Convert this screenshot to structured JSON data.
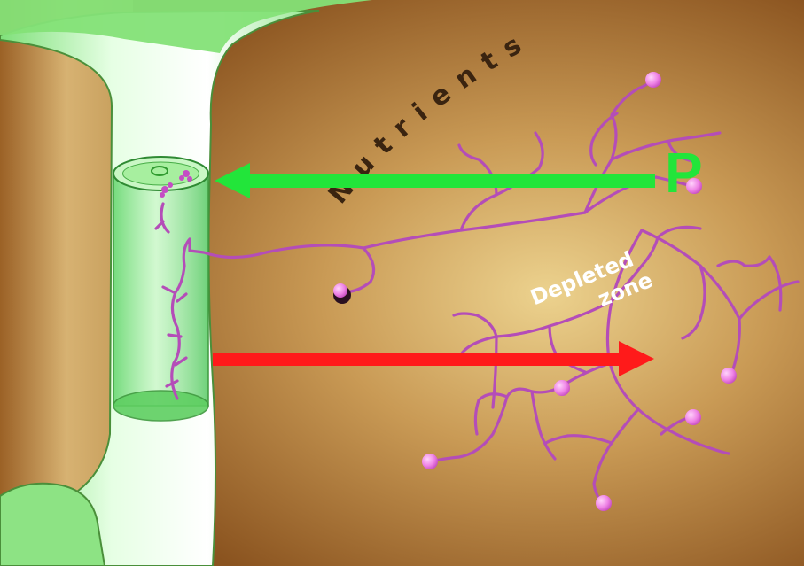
{
  "diagram": {
    "labels": {
      "nutrients": "Nutrients",
      "phosphorus": "P",
      "depleted_line1": "Depleted",
      "depleted_line2": "zone"
    },
    "colors": {
      "soil_dark": "#8a531f",
      "soil_light": "#e9cf8a",
      "root_green": "#7fe07a",
      "root_glow": "#eaffea",
      "hyphae": "#b44db8",
      "spore": "#f08ce8",
      "arrow_uptake": "#22e53a",
      "arrow_outward": "#ff1a1a",
      "text_dark": "#3a2410",
      "text_light": "#ffffff"
    },
    "icons": {
      "arrow_uptake": "arrow-left-icon",
      "arrow_outward": "arrow-right-icon",
      "spore": "circle-icon"
    }
  }
}
